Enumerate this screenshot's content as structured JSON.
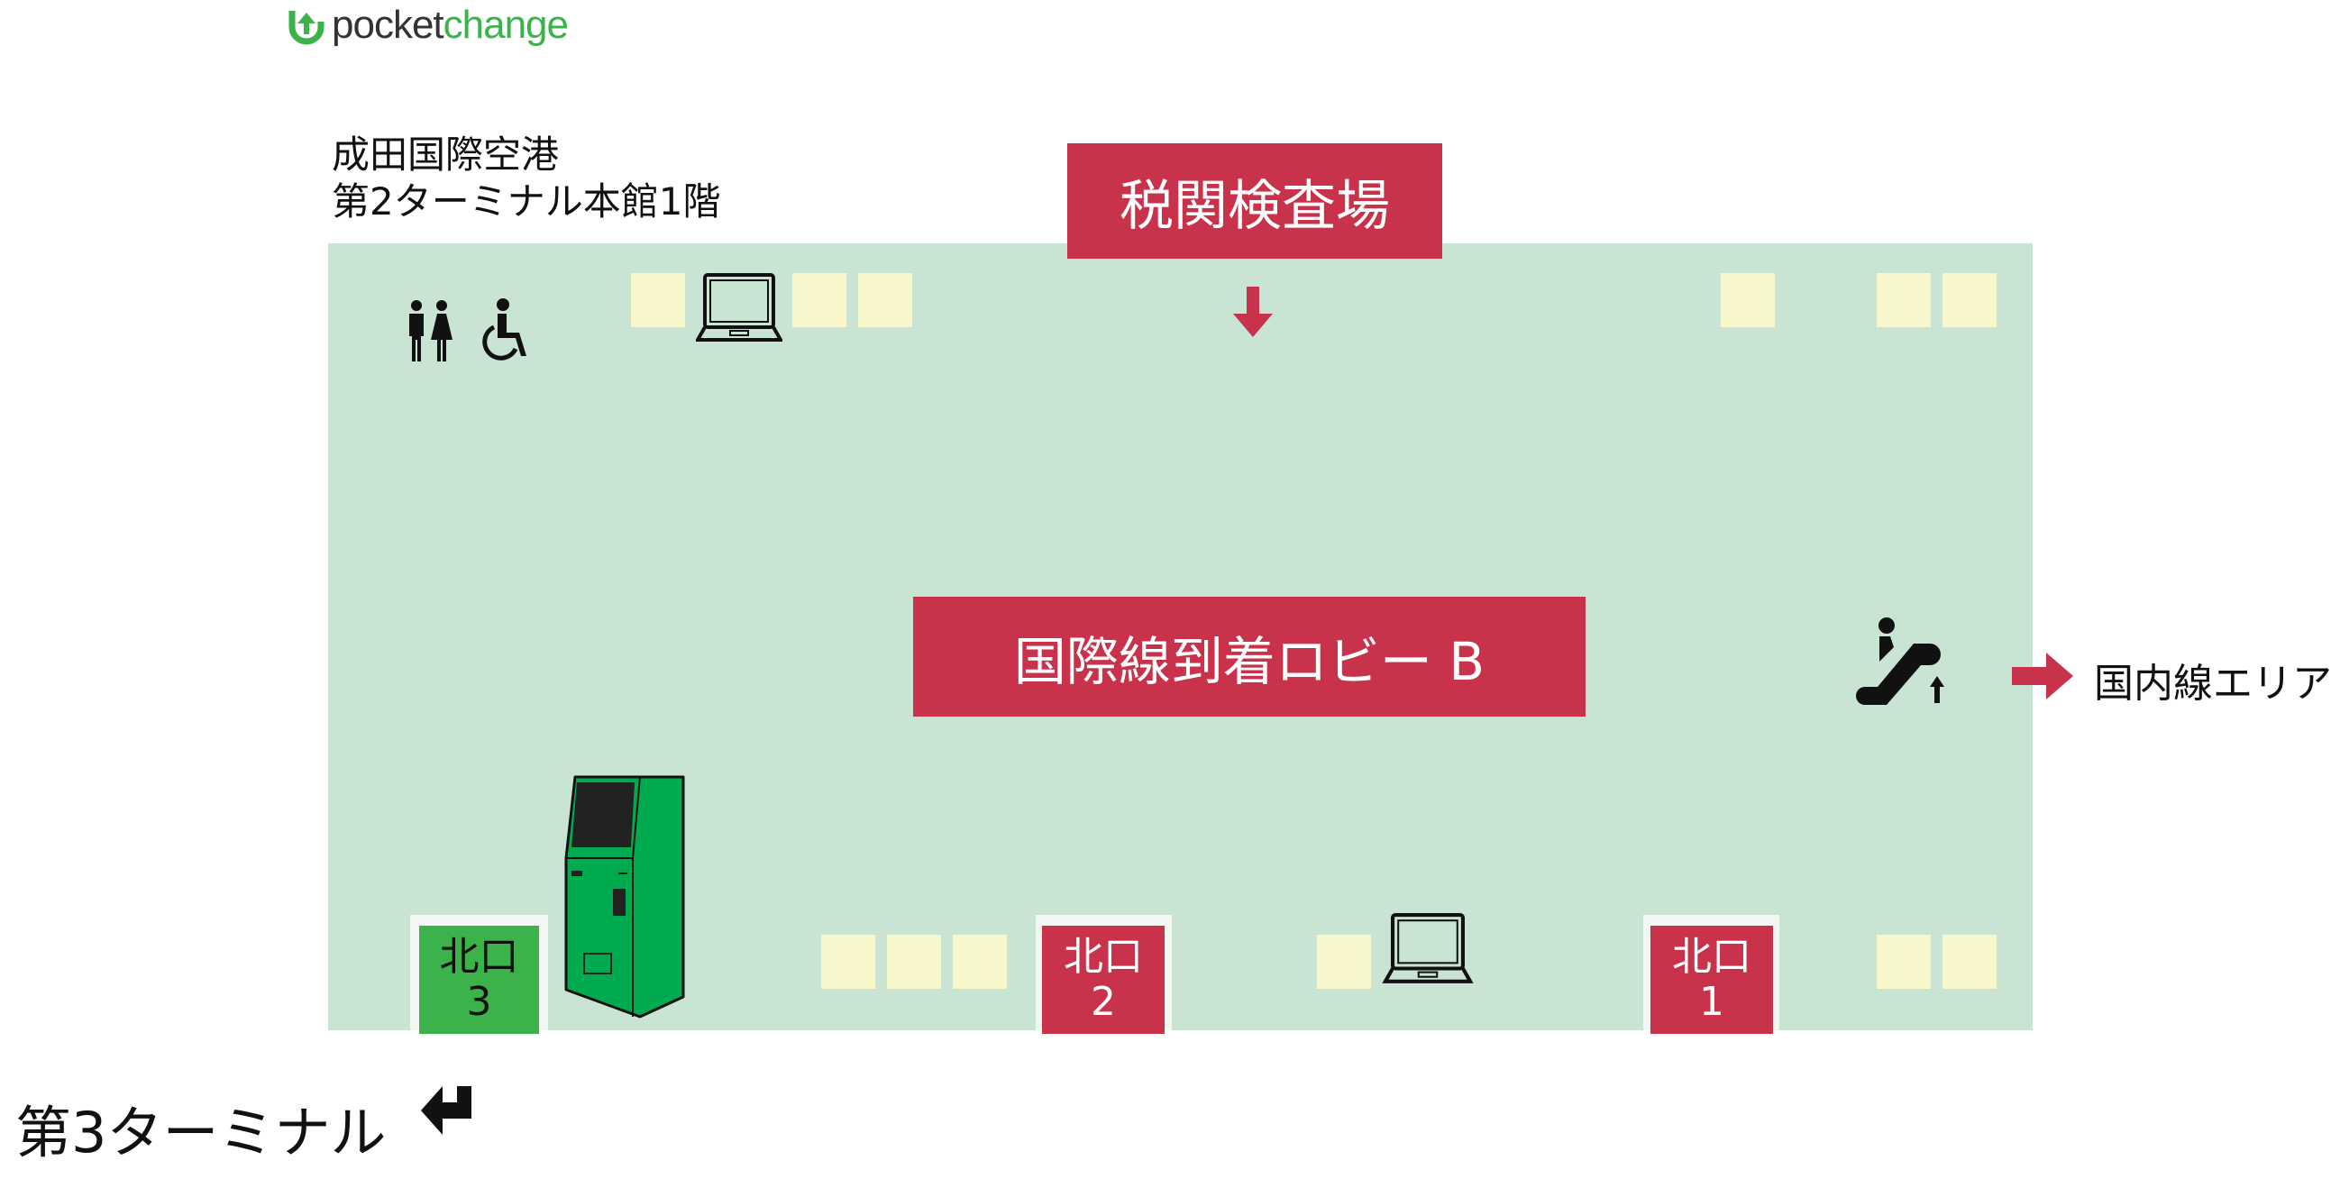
{
  "logo": {
    "part1": "pocket",
    "part2": "change"
  },
  "header": {
    "line1": "成田国際空港",
    "line2": "第2ターミナル本館1階"
  },
  "customs_label": "税関検査場",
  "lobby_label": "国際線到着ロビー B",
  "domestic_label": "国内線エリア",
  "terminal3_label": "第3ターミナル",
  "exits": [
    {
      "name": "北口",
      "number": "3"
    },
    {
      "name": "北口",
      "number": "2"
    },
    {
      "name": "北口",
      "number": "1"
    }
  ],
  "colors": {
    "floor": "#c9e4d3",
    "accent_red": "#c8324a",
    "kiosk_green": "#00aa4f",
    "booth": "#f8f6cb"
  }
}
